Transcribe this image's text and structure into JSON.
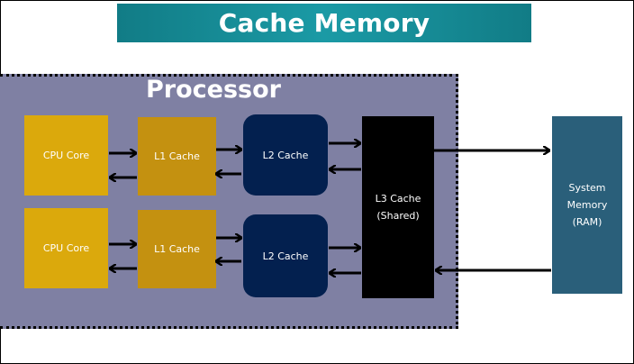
{
  "title": "Cache Memory",
  "processor": {
    "label": "Processor"
  },
  "blocks": {
    "cpu_core_1": "CPU Core",
    "l1_cache_1": "L1 Cache",
    "l2_cache_1": "L2 Cache",
    "cpu_core_2": "CPU Core",
    "l1_cache_2": "L1 Cache",
    "l2_cache_2": "L2 Cache",
    "l3_cache": "L3 Cache\n(Shared)",
    "system_memory": "System\nMemory\n(RAM)"
  },
  "colors": {
    "title_banner": "#1b9aa5",
    "processor_bg": "#7f80a3",
    "cpu_core": "#dba90c",
    "l1_cache": "#c49110",
    "l2_cache": "#03204f",
    "l3_cache": "#000000",
    "system_memory": "#2a5f7a"
  }
}
